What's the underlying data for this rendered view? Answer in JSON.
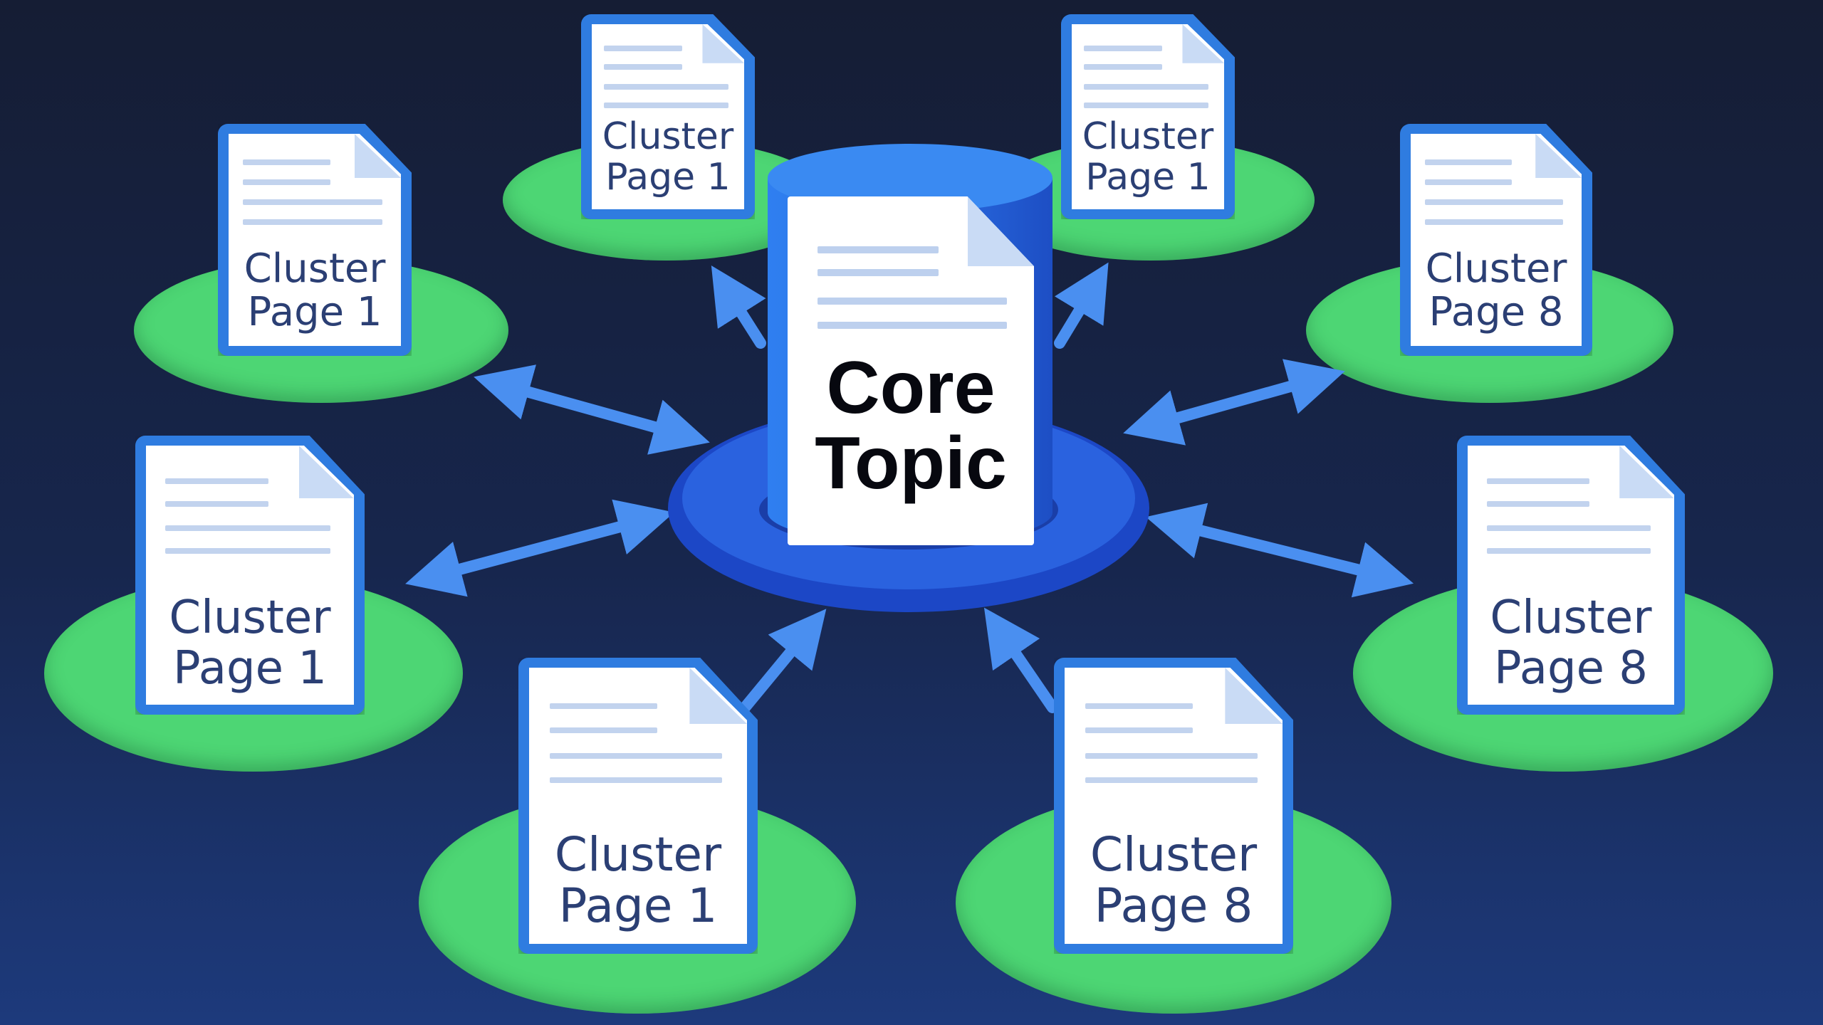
{
  "core": {
    "line1": "Core",
    "line2": "Topic"
  },
  "clusters": [
    {
      "id": "top-left",
      "line1": "Cluster",
      "line2": "Page 1"
    },
    {
      "id": "top-right",
      "line1": "Cluster",
      "line2": "Page 1"
    },
    {
      "id": "upper-left",
      "line1": "Cluster",
      "line2": "Page 1"
    },
    {
      "id": "upper-right",
      "line1": "Cluster",
      "line2": "Page 8"
    },
    {
      "id": "middle-left",
      "line1": "Cluster",
      "line2": "Page 1"
    },
    {
      "id": "middle-right",
      "line1": "Cluster",
      "line2": "Page 8"
    },
    {
      "id": "bottom-left",
      "line1": "Cluster",
      "line2": "Page 1"
    },
    {
      "id": "bottom-right",
      "line1": "Cluster",
      "line2": "Page 8"
    }
  ],
  "colors": {
    "background_top": "#151d34",
    "background_bottom": "#1d3a7c",
    "platform_green": "#4dd674",
    "document_frame_blue": "#2f7ce0",
    "core_cylinder_blue": "#2a6ee3",
    "arrow_blue": "#4a8ff0",
    "cluster_text": "#2b3f74",
    "core_text": "#07080f"
  },
  "icons": [
    "document-icon",
    "bidirectional-arrow-icon",
    "arrow-icon",
    "cylinder-platform"
  ]
}
